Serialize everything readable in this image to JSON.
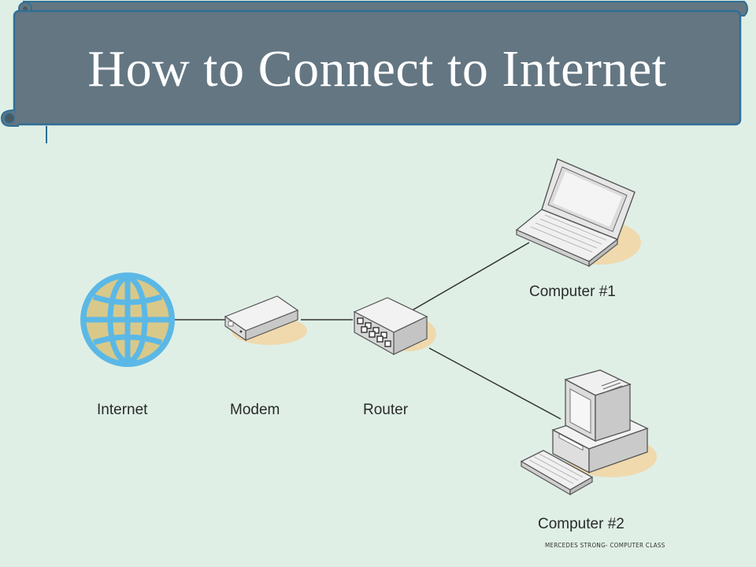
{
  "slide": {
    "title": "How to Connect to Internet",
    "footer": "MERCEDES STRONG- COMPUTER CLASS",
    "colors": {
      "background": "#dfefe6",
      "banner": "#637682",
      "banner_border": "#2f6f95",
      "globe": "#5bb8e6",
      "globe_land": "#d8c98a"
    }
  },
  "diagram": {
    "nodes": [
      {
        "id": "internet",
        "label": "Internet",
        "icon": "globe-icon"
      },
      {
        "id": "modem",
        "label": "Modem",
        "icon": "modem-icon"
      },
      {
        "id": "router",
        "label": "Router",
        "icon": "router-icon"
      },
      {
        "id": "computer1",
        "label": "Computer #1",
        "icon": "laptop-icon"
      },
      {
        "id": "computer2",
        "label": "Computer #2",
        "icon": "desktop-computer-icon"
      }
    ],
    "links": [
      {
        "from": "internet",
        "to": "modem"
      },
      {
        "from": "modem",
        "to": "router"
      },
      {
        "from": "router",
        "to": "computer1"
      },
      {
        "from": "router",
        "to": "computer2"
      }
    ]
  }
}
